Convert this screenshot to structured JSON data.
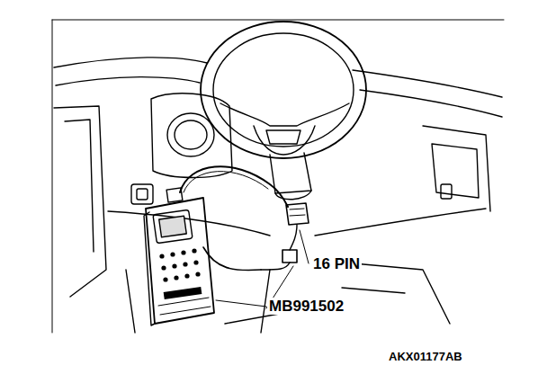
{
  "diagram": {
    "labels": [
      "16 PIN",
      "MB991502",
      "AKX01177AB"
    ]
  }
}
